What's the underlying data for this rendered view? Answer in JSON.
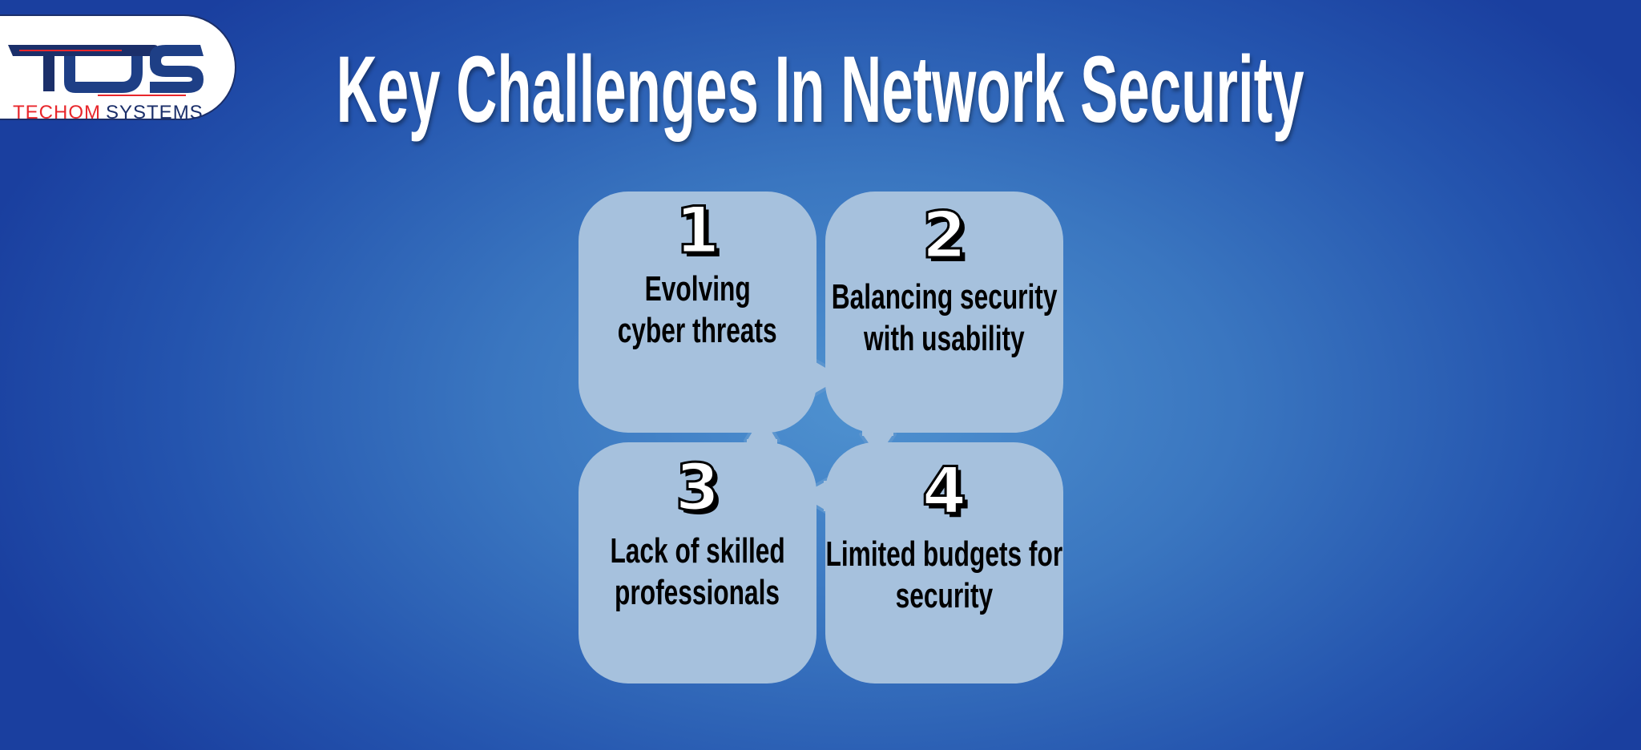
{
  "logo": {
    "mark": "TDS",
    "word_red": "TECHOM",
    "word_blue": "SYSTEMS"
  },
  "title": "Key Challenges In Network Security",
  "colors": {
    "card": "#a6c1dd",
    "outline": "#5b95cf",
    "logo_navy": "#1b2f6a",
    "logo_red": "#e8262b"
  },
  "cards": [
    {
      "number": "1",
      "lines": [
        "Evolving",
        "cyber threats"
      ]
    },
    {
      "number": "2",
      "lines": [
        "Balancing security",
        "with usability"
      ]
    },
    {
      "number": "3",
      "lines": [
        "Lack of skilled",
        "professionals"
      ]
    },
    {
      "number": "4",
      "lines": [
        "Limited budgets for",
        "security"
      ]
    }
  ]
}
